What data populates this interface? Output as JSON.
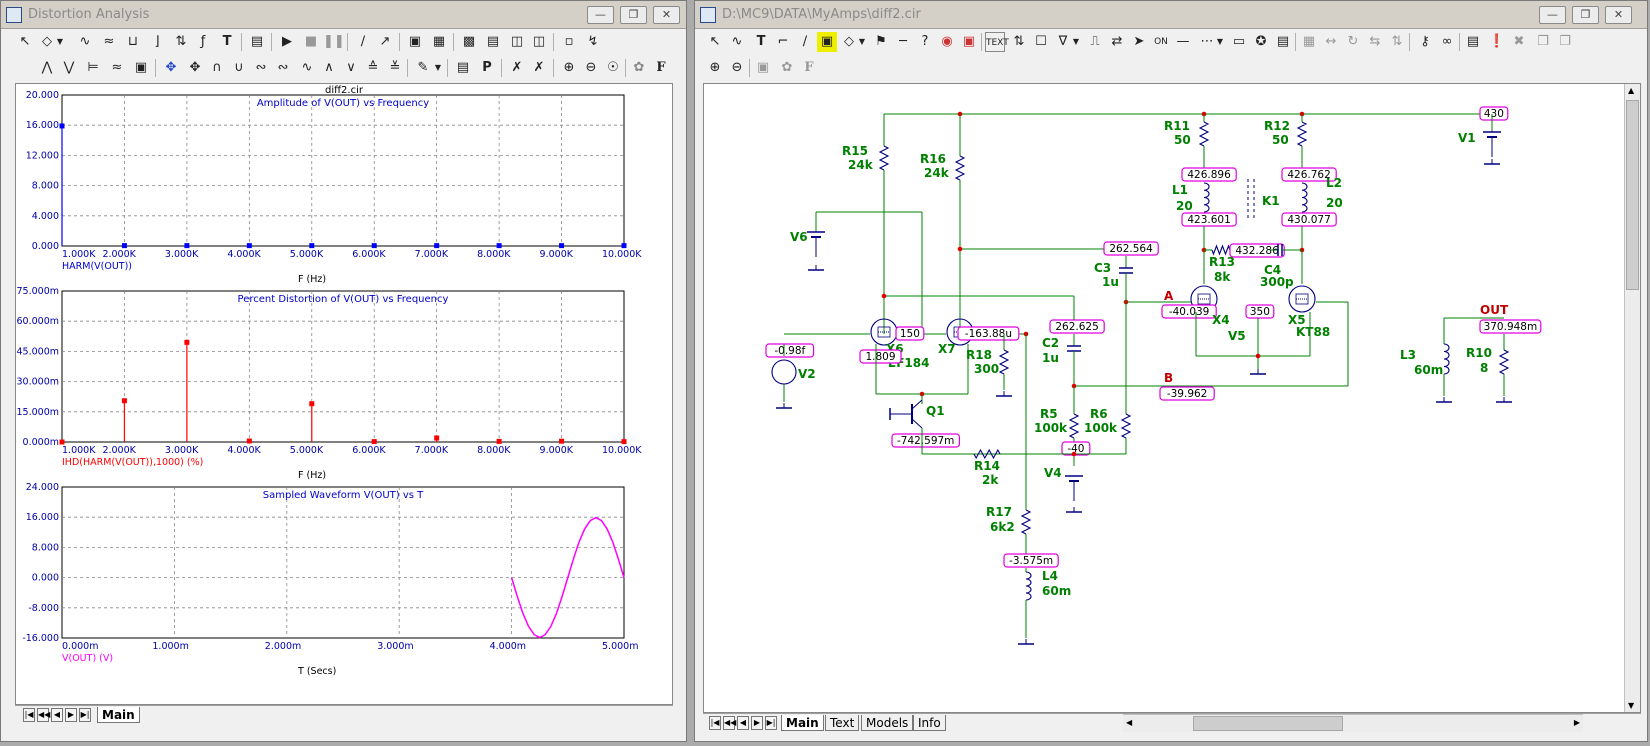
{
  "left_window": {
    "title": "Distortion Analysis",
    "tabs": [
      "Main"
    ],
    "plot_title": "diff2.cir"
  },
  "right_window": {
    "title": "D:\\MC9\\DATA\\MyAmps\\diff2.cir",
    "tabs": [
      "Main",
      "Text",
      "Models",
      "Info"
    ]
  },
  "chart_data": [
    {
      "type": "bar",
      "title": "Amplitude of V(OUT) vs Frequency",
      "xlabel": "F (Hz)",
      "series_label": "HARM(V(OUT))",
      "xlim": [
        1000,
        10000
      ],
      "ylim": [
        0,
        20
      ],
      "xticks": [
        "1.000K",
        "2.000K",
        "3.000K",
        "4.000K",
        "5.000K",
        "6.000K",
        "7.000K",
        "8.000K",
        "9.000K",
        "10.000K"
      ],
      "yticks": [
        "0.000",
        "4.000",
        "8.000",
        "12.000",
        "16.000",
        "20.000"
      ],
      "x": [
        1000,
        2000,
        3000,
        4000,
        5000,
        6000,
        7000,
        8000,
        9000,
        10000
      ],
      "values": [
        15.9,
        0.05,
        0.05,
        0.05,
        0.05,
        0.05,
        0.05,
        0.05,
        0.05,
        0.05
      ],
      "color": "#0000ff"
    },
    {
      "type": "bar",
      "title": "Percent Distortion of V(OUT) vs Frequency",
      "xlabel": "F (Hz)",
      "series_label": "IHD(HARM(V(OUT)),1000) (%)",
      "xlim": [
        1000,
        10000
      ],
      "ylim": [
        0,
        75
      ],
      "xticks": [
        "1.000K",
        "2.000K",
        "3.000K",
        "4.000K",
        "5.000K",
        "6.000K",
        "7.000K",
        "8.000K",
        "9.000K",
        "10.000K"
      ],
      "yticks": [
        "0.000m",
        "15.000m",
        "30.000m",
        "45.000m",
        "60.000m",
        "75.000m"
      ],
      "x": [
        1000,
        2000,
        3000,
        4000,
        5000,
        6000,
        7000,
        8000,
        9000,
        10000
      ],
      "values": [
        0,
        20.5,
        49.5,
        0.5,
        19.0,
        0.2,
        2.0,
        0.3,
        0.4,
        0.2
      ],
      "color": "#ff0000"
    },
    {
      "type": "line",
      "title": "Sampled Waveform  V(OUT) vs T",
      "xlabel": "T (Secs)",
      "series_label": "V(OUT) (V)",
      "xlim": [
        0,
        5
      ],
      "ylim": [
        -16,
        24
      ],
      "xticks": [
        "0.000m",
        "1.000m",
        "2.000m",
        "3.000m",
        "4.000m",
        "5.000m"
      ],
      "yticks": [
        "-16.000",
        "-8.000",
        "0.000",
        "8.000",
        "16.000",
        "24.000"
      ],
      "x": [
        4.0,
        4.05,
        4.1,
        4.15,
        4.2,
        4.25,
        4.3,
        4.35,
        4.4,
        4.45,
        4.5,
        4.55,
        4.6,
        4.65,
        4.7,
        4.75,
        4.8,
        4.85,
        4.9,
        4.95,
        5.0
      ],
      "values": [
        0,
        -4.9,
        -9.4,
        -12.9,
        -15.1,
        -15.9,
        -15.1,
        -12.9,
        -9.4,
        -4.9,
        0,
        4.9,
        9.4,
        12.9,
        15.1,
        15.9,
        15.1,
        12.9,
        9.4,
        4.9,
        0
      ],
      "color": "#ff00ff"
    }
  ],
  "schematic": {
    "components": [
      {
        "id": "R15",
        "value": "24k"
      },
      {
        "id": "R16",
        "value": "24k"
      },
      {
        "id": "R11",
        "value": "50"
      },
      {
        "id": "R12",
        "value": "50"
      },
      {
        "id": "L1",
        "value": "20"
      },
      {
        "id": "L2",
        "value": "20"
      },
      {
        "id": "K1",
        "value": ""
      },
      {
        "id": "V1",
        "value": ""
      },
      {
        "id": "V6",
        "value": ""
      },
      {
        "id": "C3",
        "value": "1u"
      },
      {
        "id": "R13",
        "value": "8k"
      },
      {
        "id": "C4",
        "value": "300p"
      },
      {
        "id": "X4",
        "value": ""
      },
      {
        "id": "X5",
        "value": "KT88"
      },
      {
        "id": "V5",
        "value": ""
      },
      {
        "id": "X6",
        "value": "EF184"
      },
      {
        "id": "X7",
        "value": ""
      },
      {
        "id": "R18",
        "value": "300"
      },
      {
        "id": "C2",
        "value": "1u"
      },
      {
        "id": "V2",
        "value": ""
      },
      {
        "id": "Q1",
        "value": ""
      },
      {
        "id": "R5",
        "value": "100k"
      },
      {
        "id": "R6",
        "value": "100k"
      },
      {
        "id": "R14",
        "value": "2k"
      },
      {
        "id": "V4",
        "value": ""
      },
      {
        "id": "R17",
        "value": "6k2"
      },
      {
        "id": "L4",
        "value": "60m"
      },
      {
        "id": "L3",
        "value": "60m"
      },
      {
        "id": "R10",
        "value": "8"
      }
    ],
    "node_labels": [
      "A",
      "B",
      "OUT"
    ],
    "voltages": [
      "430",
      "426.896",
      "426.762",
      "423.601",
      "430.077",
      "262.564",
      "432.286",
      "-40.039",
      "350",
      "262.625",
      "150",
      "-163.88u",
      "-0.98f",
      "1.809",
      "-39.962",
      "-742.597m",
      "-40",
      "-3.575m",
      "370.948m"
    ]
  }
}
